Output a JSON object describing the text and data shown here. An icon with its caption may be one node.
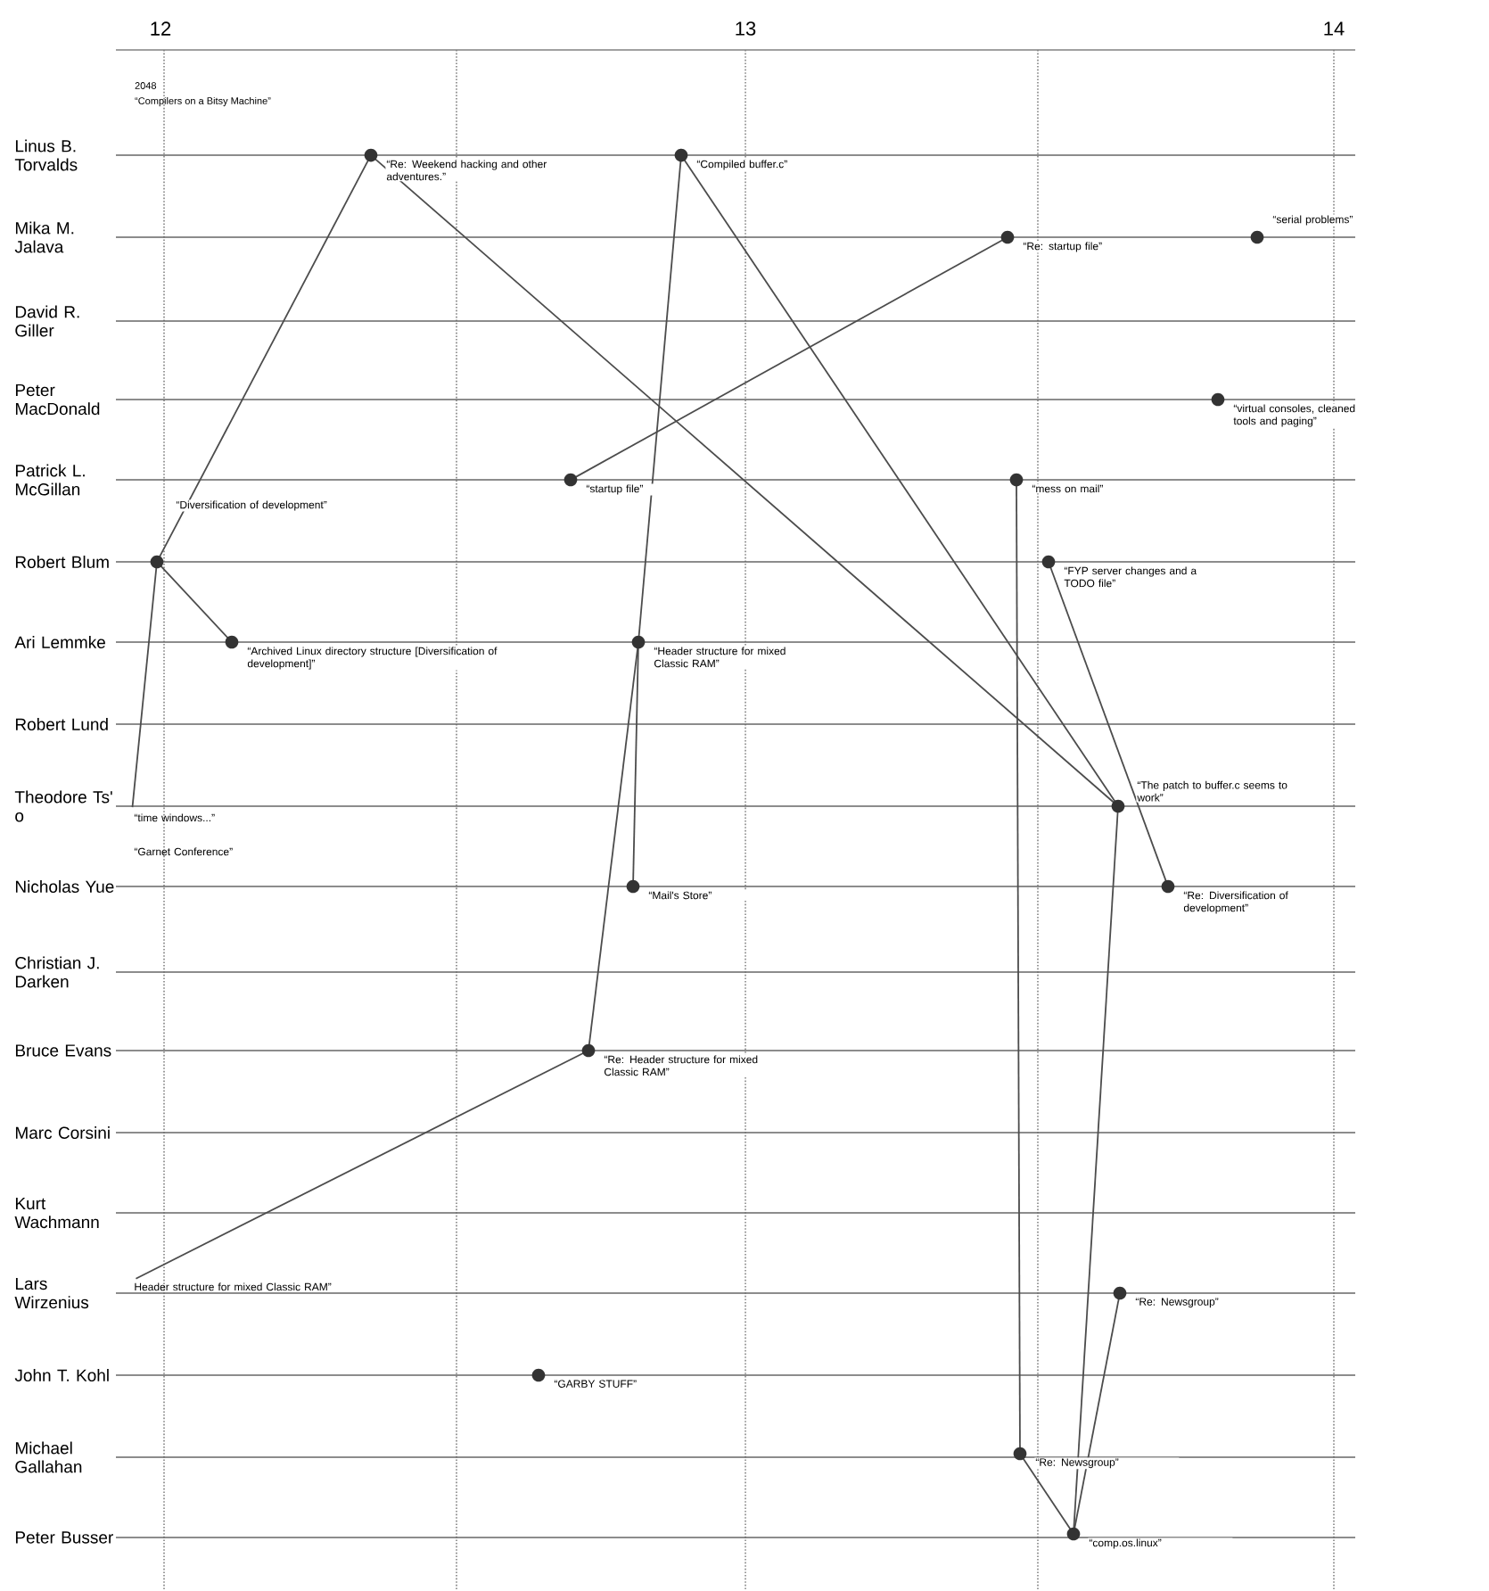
{
  "diagram": {
    "nodes": [
      {
        "text": [
          "“Re: Weekend hacking and other adventures.”"
        ]
      },
      {
        "text": [
          "“Compiled buffer.c”"
        ]
      },
      {
        "text": [
          "“Re: startup file”"
        ]
      },
      {
        "text": [
          "“serial problems”"
        ]
      },
      {
        "text": [
          "“virtual consoles, cleaned tools and paging”"
        ]
      },
      {
        "text": [
          "“startup file”"
        ]
      },
      {
        "text": [
          "“mess on mail”"
        ]
      },
      {
        "text": [
          "“Diversification of development”"
        ]
      },
      {
        "text": [
          "“FYP server changes and a TODO file”"
        ]
      },
      {
        "text": [
          "“Archived Linux directory structure [Diversification of development]”"
        ]
      },
      {
        "text": [
          "“Header structure for mixed Classic RAM”"
        ]
      },
      {
        "text": [
          "“The patch to buffer.c seems to work”"
        ]
      },
      {
        "text": [
          "“Mail's Store”"
        ]
      },
      {
        "text": [
          "“Re: Diversification of development”"
        ]
      },
      {
        "text": [
          "“time windows...”",
          "“Garnet Conference”"
        ]
      },
      {
        "text": [
          "“Re: Header structure for mixed Classic RAM”"
        ]
      },
      {
        "text": [
          "Header structure for mixed Classic RAM”"
        ]
      },
      {
        "text": [
          "“GARBY STUFF”"
        ]
      },
      {
        "text": [
          "“Re: Newsgroup”"
        ]
      },
      {
        "text": [
          "“Re: Newsgroup”"
        ]
      },
      {
        "text": [
          "“comp.os.linux”"
        ]
      }
    ],
    "edges": [
      {
        "from": 7,
        "to": 0,
        "arrow": "none"
      },
      {
        "from": 7,
        "to": 9,
        "arrow": "none"
      },
      {
        "from": 7,
        "to": 14,
        "arrow": "none"
      },
      {
        "from": 0,
        "to": 11,
        "arrow": "none"
      },
      {
        "from": 1,
        "to": 10,
        "arrow": "none"
      },
      {
        "from": 10,
        "to": 12,
        "arrow": "none"
      },
      {
        "from": 15,
        "to": 10,
        "arrow": "none"
      },
      {
        "from": 1,
        "to": 11,
        "arrow": "none"
      },
      {
        "from": 2,
        "to": 5,
        "arrow": "none"
      },
      {
        "from": 8,
        "to": 13,
        "arrow": "none"
      },
      {
        "from": 11,
        "to": 20,
        "arrow": "none"
      },
      {
        "from": 20,
        "to": 19,
        "arrow": "none"
      },
      {
        "from": 20,
        "to": 18,
        "arrow": "none"
      },
      {
        "from": 6,
        "to": 19,
        "arrow": "none"
      },
      {
        "from": 15,
        "to": 16,
        "arrow": "none"
      }
    ],
    "labels": [
      "12",
      "13",
      "14",
      "2048",
      "“Compilers on a Bitsy Machine”",
      "Linus B. Torvalds",
      "Mika M. Jalava",
      "David R. Giller",
      "Peter MacDonald",
      "Patrick L. McGillan",
      "Robert Blum",
      "Ari Lemmke",
      "Robert Lund",
      "Theodore Ts' o",
      "Nicholas Yue",
      "Christian J. Darken",
      "Bruce Evans",
      "Marc Corsini",
      "Kurt Wachmann",
      "Lars Wirzenius",
      "John T. Kohl",
      "Michael Gallahan",
      "Peter Busser"
    ]
  }
}
